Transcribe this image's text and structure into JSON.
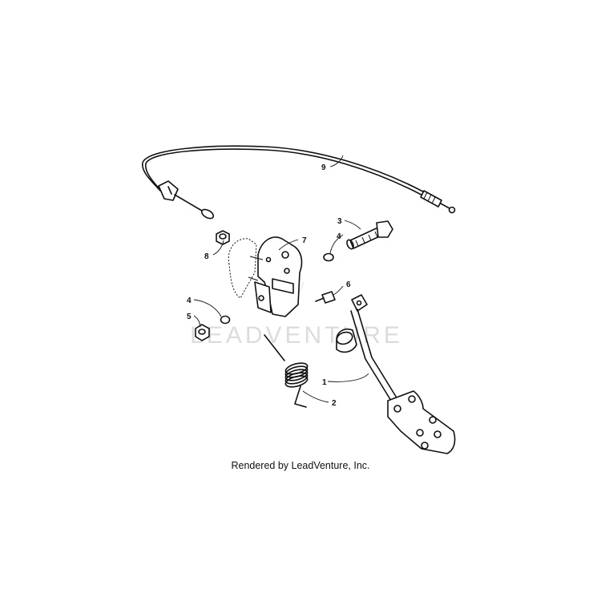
{
  "callouts": {
    "c1": "1",
    "c2": "2",
    "c3": "3",
    "c4a": "4",
    "c4b": "4",
    "c5": "5",
    "c6": "6",
    "c7": "7",
    "c8": "8",
    "c9": "9"
  },
  "watermark": "LEADVENTURE",
  "caption": "Rendered by LeadVenture, Inc.",
  "colors": {
    "line": "#111111",
    "watermark": "#d9dde2",
    "background": "#ffffff"
  }
}
